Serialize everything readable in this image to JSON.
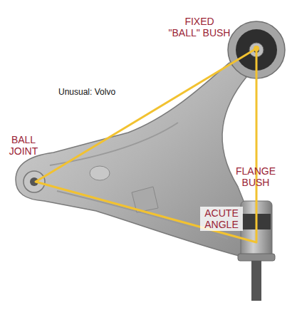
{
  "diagram": {
    "labels": [
      "FIXED \"BALL\" BUSH",
      "Unusual: Volvo",
      "BALL JOINT",
      "FLANGE BUSH",
      "ACUTE ANGLE"
    ]
  }
}
